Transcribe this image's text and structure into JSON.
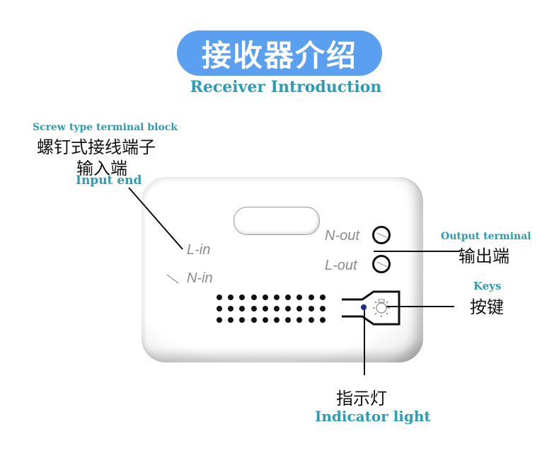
{
  "header": {
    "title_cn": "接收器介绍",
    "title_en": "Receiver Introduction",
    "pill_color": "#5b9ff0",
    "accent_color": "#2a9db3"
  },
  "callouts": {
    "input": {
      "en_top": "Screw type terminal block",
      "cn_line1": "螺钉式接线端子",
      "cn_line2": "输入端",
      "en_bottom": "Input end"
    },
    "output": {
      "en": "Output terminal",
      "cn": "输出端"
    },
    "keys": {
      "en": "Keys",
      "cn": "按键"
    },
    "indicator": {
      "cn": "指示灯",
      "en": "Indicator light"
    }
  },
  "device": {
    "terminals": {
      "l_in": "L-in",
      "n_in": "N-in",
      "n_out": "N-out",
      "l_out": "L-out"
    },
    "grille": {
      "rows": 3,
      "cols": 10
    },
    "indicator_color": "#1a2a8a",
    "key_icon": "light-bulb-icon"
  }
}
